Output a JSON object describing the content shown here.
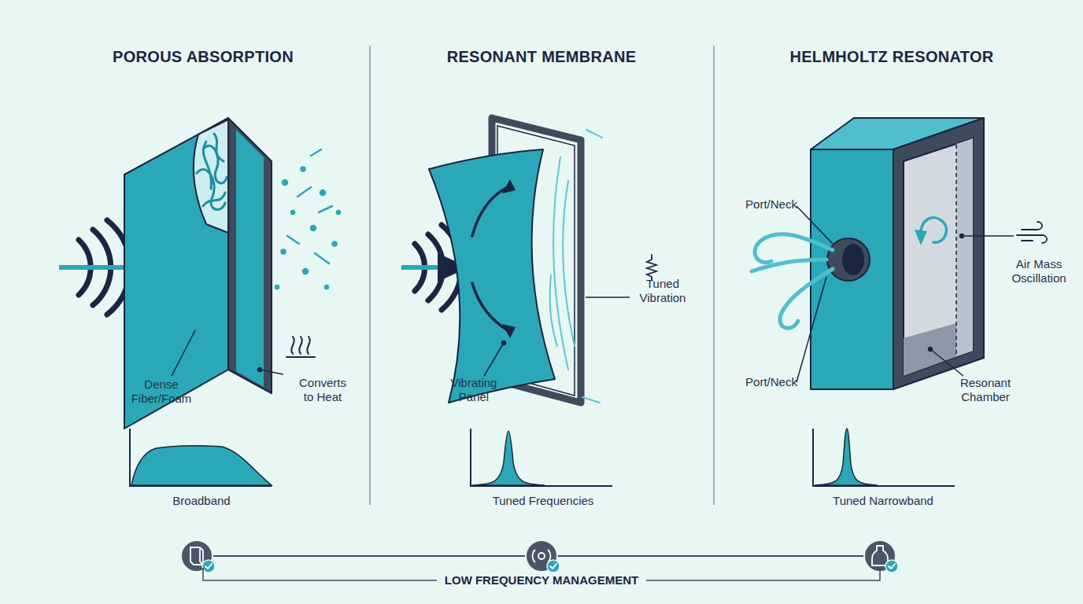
{
  "diagram": {
    "labels": [
      "POROUS ABSORPTION",
      "RESONANT MEMBRANE",
      "HELMHOLTZ RESONATOR",
      "Dense Fiber/Foam",
      "Converts to Heat",
      "Broadband",
      "Vibrating Panel",
      "Tuned Vibration",
      "Tuned Frequencies",
      "Port/Neck",
      "Air Mass Oscillation",
      "Port/Neck",
      "Resonant Chamber",
      "Tuned Narrowband",
      "LOW FREQUENCY MANAGEMENT"
    ]
  }
}
